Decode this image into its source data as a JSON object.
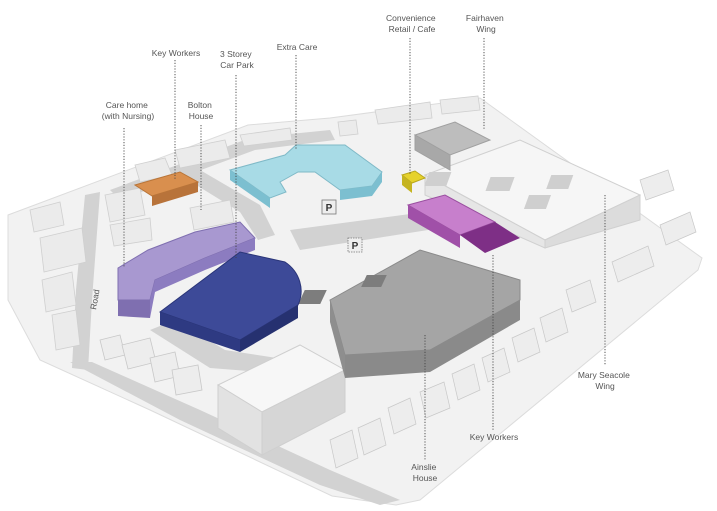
{
  "labels": {
    "care_home": [
      "Care home",
      "(with Nursing)"
    ],
    "key_workers_top": "Key Workers",
    "bolton_house": [
      "Bolton",
      "House"
    ],
    "car_park": [
      "3 Storey",
      "Car Park"
    ],
    "extra_care": "Extra Care",
    "convenience_retail": [
      "Convenience",
      "Retail / Cafe"
    ],
    "fairhaven_wing": [
      "Fairhaven",
      "Wing"
    ],
    "mary_seacole_wing": [
      "Mary Seacole",
      "Wing"
    ],
    "key_workers_bottom": "Key Workers",
    "ainslie_house": [
      "Ainslie",
      "House"
    ],
    "road_name": "Road"
  },
  "parking": [
    "P",
    "P"
  ],
  "colors": {
    "care_home": "#a898d0",
    "car_park": "#3d4a98",
    "extra_care": "#a8dbe6",
    "key_workers_top": "#d98f4e",
    "key_workers_bottom": "#b15eb5",
    "retail": "#e6d22c",
    "existing_building": "#e9e9e9",
    "hospital_grey": "#9d9d9d",
    "road": "#cfcfcf",
    "ground": "#f2f2f2"
  }
}
